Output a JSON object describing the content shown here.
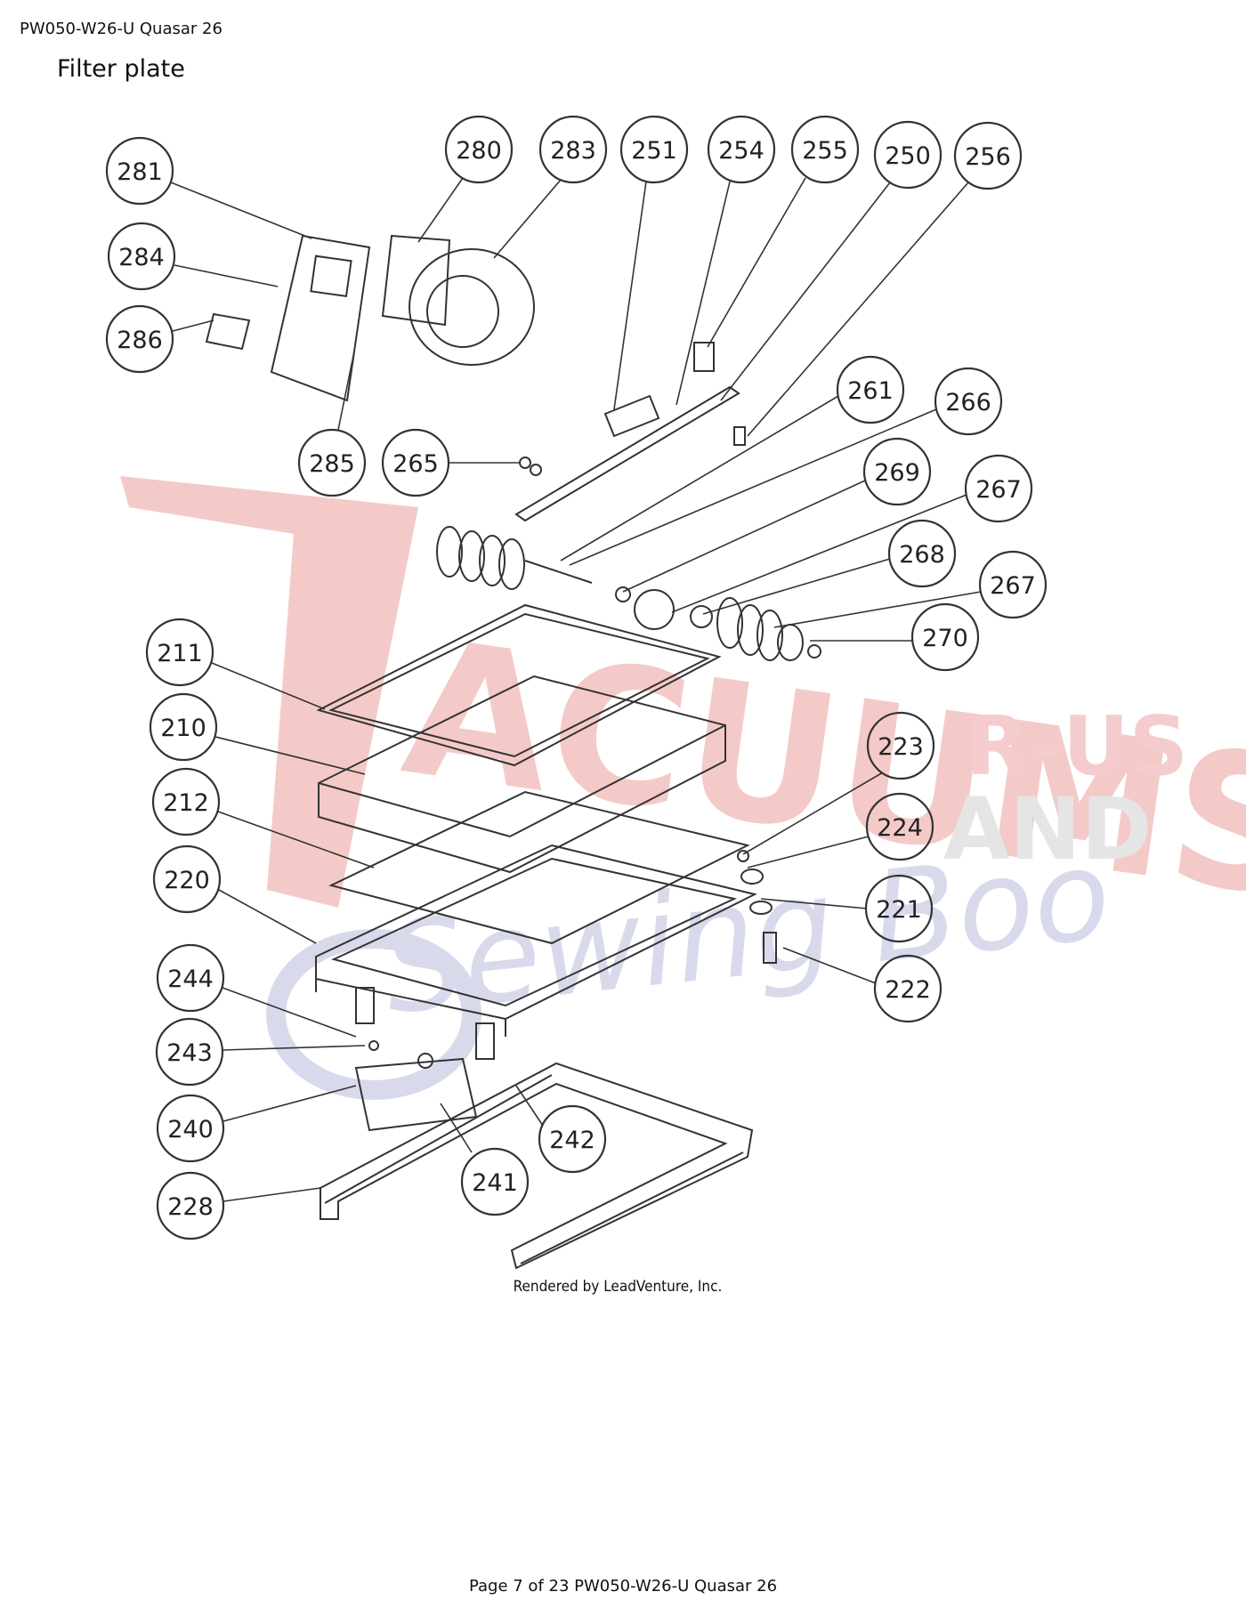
{
  "header": {
    "doc_title": "PW050-W26-U Quasar 26"
  },
  "section_title": "Filter plate",
  "watermark": {
    "line1": "ACUUMS",
    "line2": "R-US",
    "line3": "AND",
    "line4": "Sewing Boo"
  },
  "callouts": [
    {
      "id": "281",
      "label": "281"
    },
    {
      "id": "280",
      "label": "280"
    },
    {
      "id": "283",
      "label": "283"
    },
    {
      "id": "251",
      "label": "251"
    },
    {
      "id": "254",
      "label": "254"
    },
    {
      "id": "255",
      "label": "255"
    },
    {
      "id": "250",
      "label": "250"
    },
    {
      "id": "256",
      "label": "256"
    },
    {
      "id": "284",
      "label": "284"
    },
    {
      "id": "286",
      "label": "286"
    },
    {
      "id": "285",
      "label": "285"
    },
    {
      "id": "265",
      "label": "265"
    },
    {
      "id": "261",
      "label": "261"
    },
    {
      "id": "266",
      "label": "266"
    },
    {
      "id": "269",
      "label": "269"
    },
    {
      "id": "267a",
      "label": "267"
    },
    {
      "id": "268",
      "label": "268"
    },
    {
      "id": "267b",
      "label": "267"
    },
    {
      "id": "270",
      "label": "270"
    },
    {
      "id": "211",
      "label": "211"
    },
    {
      "id": "210",
      "label": "210"
    },
    {
      "id": "212",
      "label": "212"
    },
    {
      "id": "220",
      "label": "220"
    },
    {
      "id": "223",
      "label": "223"
    },
    {
      "id": "224",
      "label": "224"
    },
    {
      "id": "221",
      "label": "221"
    },
    {
      "id": "222",
      "label": "222"
    },
    {
      "id": "244",
      "label": "244"
    },
    {
      "id": "243",
      "label": "243"
    },
    {
      "id": "240",
      "label": "240"
    },
    {
      "id": "242",
      "label": "242"
    },
    {
      "id": "241",
      "label": "241"
    },
    {
      "id": "228",
      "label": "228"
    }
  ],
  "credit": "Rendered by LeadVenture, Inc.",
  "footer": "Page 7 of 23 PW050-W26-U Quasar 26"
}
